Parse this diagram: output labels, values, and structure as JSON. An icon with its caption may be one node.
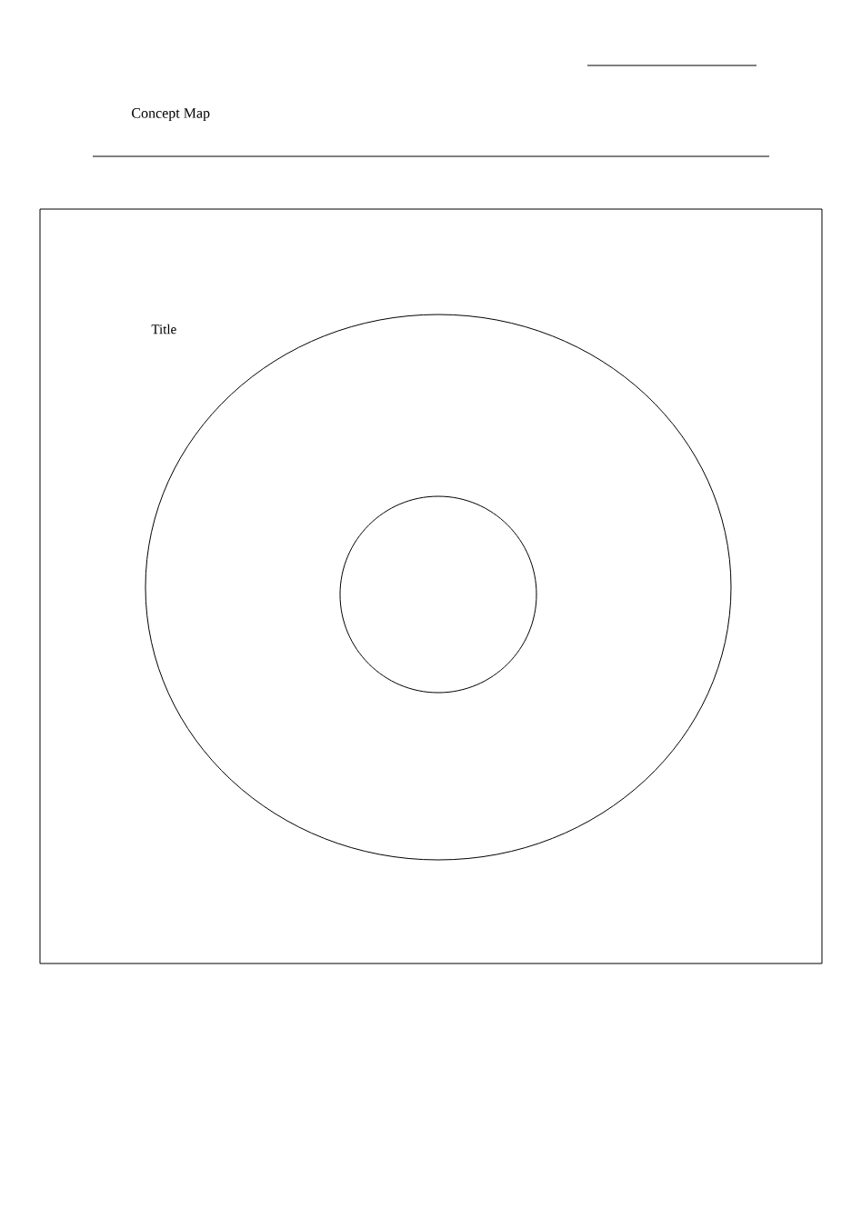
{
  "diagram": {
    "title": "Concept Map",
    "nodes": [
      {
        "text": [
          "Title"
        ]
      },
      {
        "text": [],
        "shape": "circle",
        "in": 0
      },
      {
        "text": [],
        "shape": "circle",
        "in": 1
      }
    ]
  }
}
